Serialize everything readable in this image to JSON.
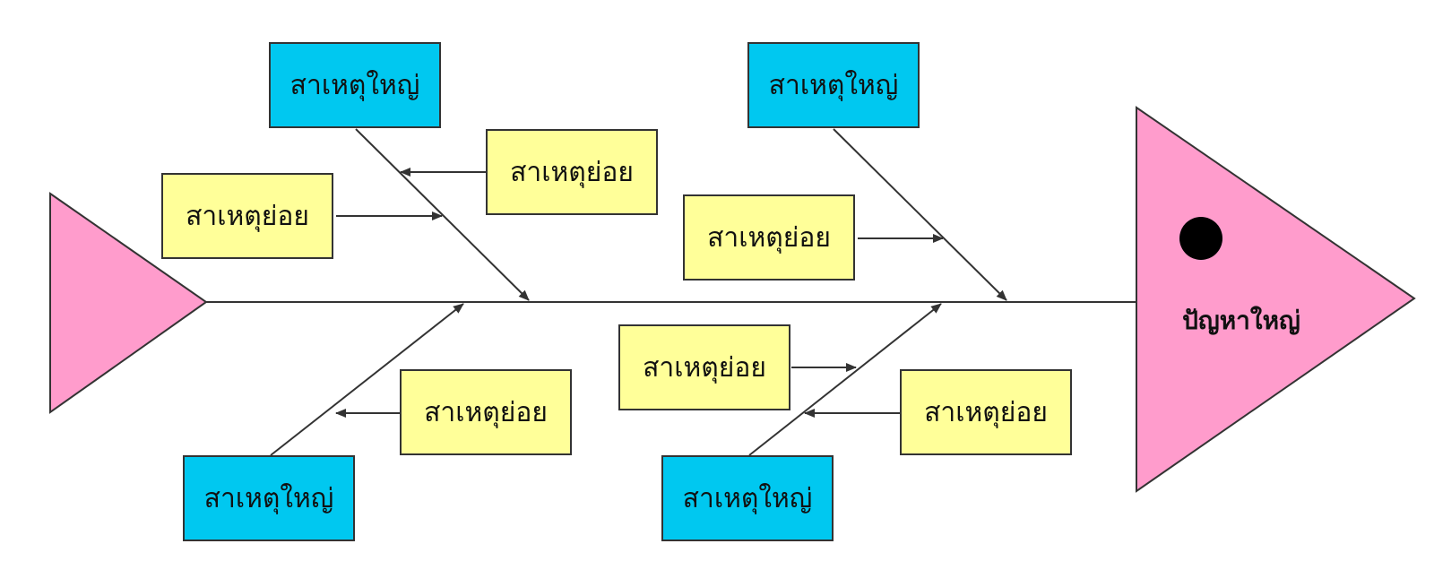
{
  "colors": {
    "major": "#00c8f0",
    "minor": "#ffff99",
    "fish": "#ff9ccc",
    "line": "#333333",
    "eye": "#000000"
  },
  "problem": {
    "label": "ปัญหาใหญ่"
  },
  "major_causes": [
    {
      "label": "สาเหตุใหญ่"
    },
    {
      "label": "สาเหตุใหญ่"
    },
    {
      "label": "สาเหตุใหญ่"
    },
    {
      "label": "สาเหตุใหญ่"
    }
  ],
  "minor_causes": [
    {
      "label": "สาเหตุย่อย"
    },
    {
      "label": "สาเหตุย่อย"
    },
    {
      "label": "สาเหตุย่อย"
    },
    {
      "label": "สาเหตุย่อย"
    },
    {
      "label": "สาเหตุย่อย"
    },
    {
      "label": "สาเหตุย่อย"
    }
  ]
}
